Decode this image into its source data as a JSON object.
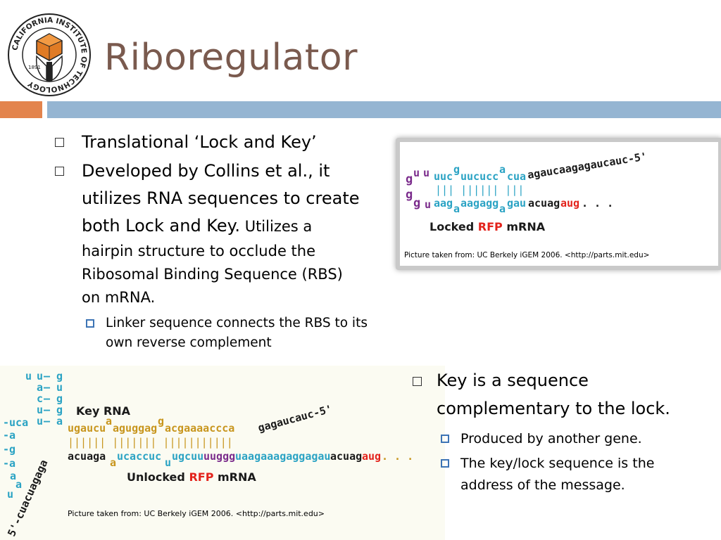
{
  "title": "Riboregulator",
  "logo": {
    "ring_text": "CALIFORNIA INSTITUTE OF TECHNOLOGY",
    "year": "1891"
  },
  "colors": {
    "title": "#7a5a4e",
    "orange_bar": "#e3844d",
    "blue_bar": "#95b5d2",
    "bullet_blue": "#3d74b5",
    "purple": "#7b2c8c",
    "teal": "#2ba3c4",
    "gold": "#c8961e",
    "red": "#e3231c",
    "frame": "#c9c9c9"
  },
  "bullets": {
    "b1": "Translational ‘Lock and Key’",
    "b2_line1": "Developed by Collins et al., it",
    "b2_line2": "utilizes RNA sequences to create",
    "b2_line3_large": "both Lock and Key.",
    "b2_line3_small": " Utilizes a",
    "b2_line4": "hairpin structure to occlude the",
    "b2_line5": "Ribosomal Binding Sequence (RBS)",
    "b2_line6": "on mRNA.",
    "sub1_line1": "Linker sequence connects the RBS to its",
    "sub1_line2": "own reverse complement"
  },
  "right_bullets": {
    "b1_line1": "Key is a sequence",
    "b1_line2": "complementary to the lock.",
    "sub1": "Produced by another gene.",
    "sub2_line1": "The key/lock sequence is the",
    "sub2_line2": "address of the message."
  },
  "locked_figure": {
    "caption": "Picture taken from: UC Berkely iGEM 2006. <http://parts.mit.edu>",
    "label_pre": "Locked ",
    "label_rfp": "RFP",
    "label_post": " mRNA",
    "loop_g1": "g",
    "loop_u1": "u",
    "loop_u2": "u",
    "loop_g2": "g",
    "loop_g3": "g",
    "loop_u3": "u",
    "top_1": "uuc",
    "top_bulge1": "g",
    "top_2": "uucucc",
    "top_bulge2": "a",
    "top_3": "cua",
    "top_tail": "agaucaagagaucauc-5'",
    "pairs": "|||  ||||||  |||",
    "bot_1": "aag",
    "bot_bulge1": "a",
    "bot_2": "aagagg",
    "bot_bulge2": "a",
    "bot_3": "gau",
    "bot_tail": "acuag",
    "bot_aug": "aug",
    "bot_dots": ". . ."
  },
  "key_figure": {
    "caption": "Picture taken from: UC Berkely iGEM 2006. <http://parts.mit.edu>",
    "title": "Key RNA",
    "label_pre": "Unlocked ",
    "label_rfp": "RFP",
    "label_post": " mRNA",
    "stem": [
      {
        "l": "u",
        "r": "g"
      },
      {
        "l": "a",
        "r": "u"
      },
      {
        "l": "c",
        "r": "g"
      },
      {
        "l": "u",
        "r": "g"
      },
      {
        "l": "u",
        "r": "a"
      }
    ],
    "stem_loop_u": "u",
    "stem_left_seq": "-uca",
    "left_chain": [
      "-a",
      "-g",
      "-a",
      "a",
      "a",
      "u"
    ],
    "five_prime": "5'-cuacuagaga",
    "key_1": "ugaucu",
    "key_b1": "a",
    "key_2": "aguggag",
    "key_b2": "g",
    "key_3": "acgaaaaccca",
    "key_tail": "gagaucauc-5'",
    "pairs": "||||||  |||||||  |||||||||||",
    "mrna_1": "acuaga",
    "mrna_b1": "a",
    "mrna_2": "ucaccuc",
    "mrna_b2": "u",
    "mrna_3": "ugcuu",
    "mrna_4": "uuggg",
    "mrna_5": "uaagaaagaggagau",
    "mrna_6": "acuag",
    "mrna_aug": "aug",
    "mrna_dots": ". . ."
  }
}
